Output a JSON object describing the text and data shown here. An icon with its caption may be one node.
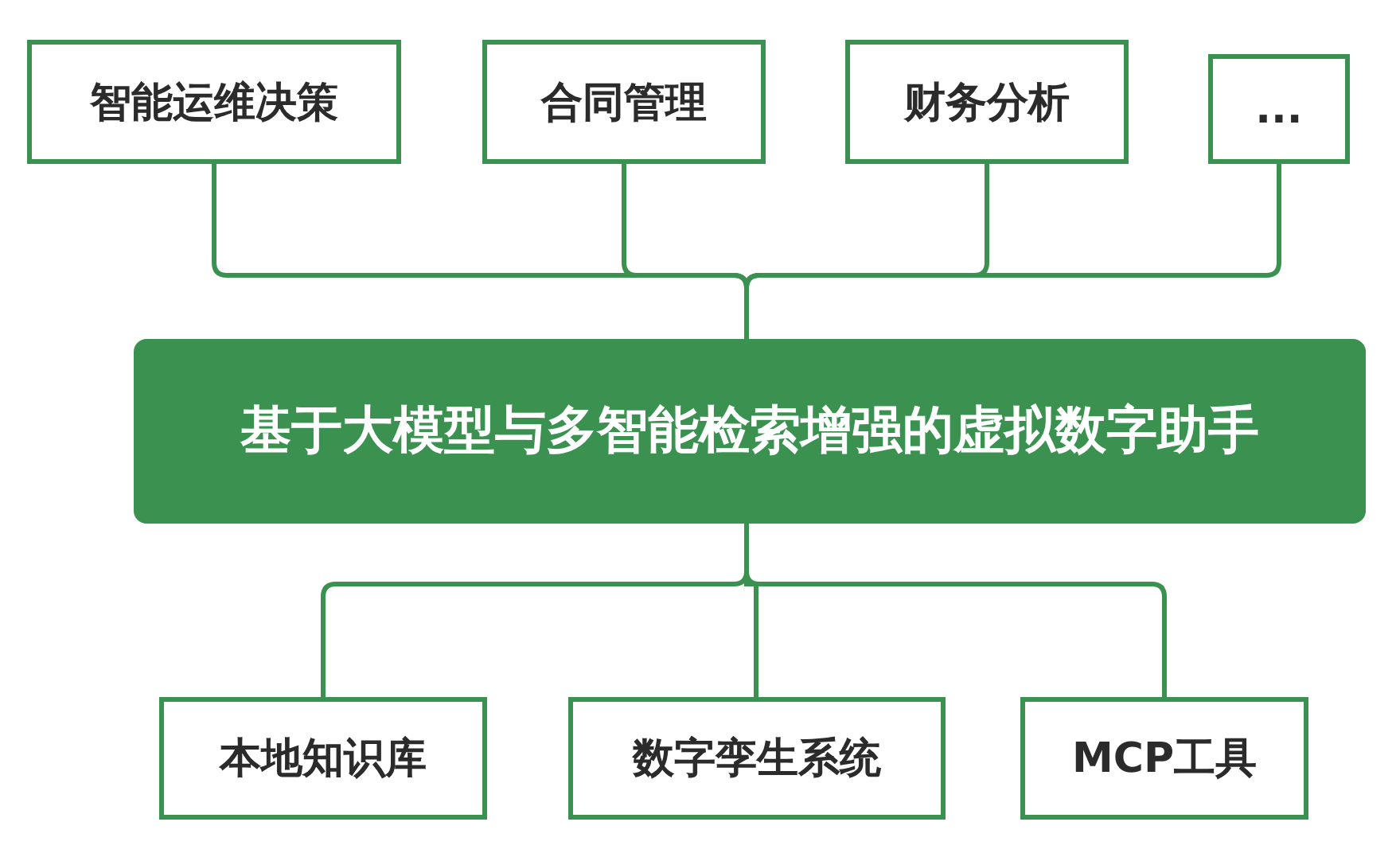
{
  "diagram": {
    "nodes": [
      {
        "text": [
          "智能运维决策"
        ]
      },
      {
        "text": [
          "合同管理"
        ]
      },
      {
        "text": [
          "财务分析"
        ]
      },
      {
        "text": [
          "..."
        ]
      },
      {
        "text": [
          "基于大模型与多智能检索增强的虚拟数字助手"
        ]
      },
      {
        "text": [
          "本地知识库"
        ]
      },
      {
        "text": [
          "数字孪生系统"
        ]
      },
      {
        "text": [
          "MCP工具"
        ]
      }
    ],
    "edges": [
      {
        "from": 0,
        "to": 4,
        "arrow": "none"
      },
      {
        "from": 1,
        "to": 4,
        "arrow": "none"
      },
      {
        "from": 2,
        "to": 4,
        "arrow": "none"
      },
      {
        "from": 3,
        "to": 4,
        "arrow": "none"
      },
      {
        "from": 4,
        "to": 5,
        "arrow": "none"
      },
      {
        "from": 4,
        "to": 6,
        "arrow": "none"
      },
      {
        "from": 4,
        "to": 7,
        "arrow": "none"
      }
    ]
  }
}
